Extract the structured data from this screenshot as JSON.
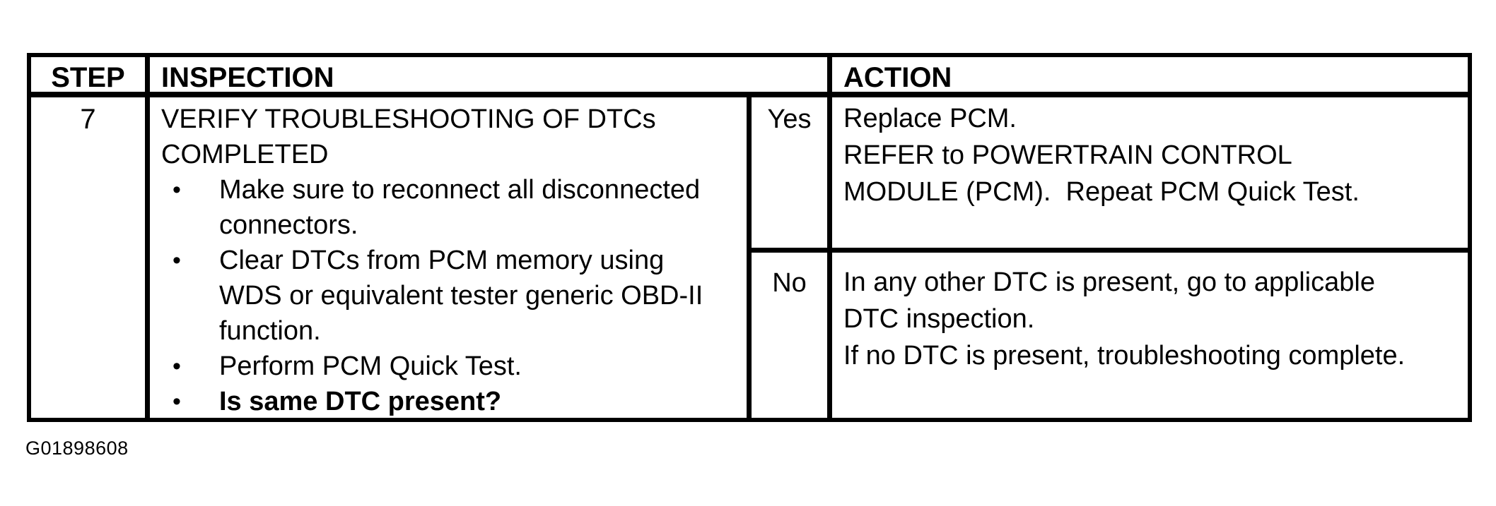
{
  "glyphs": {
    "bullet": "•"
  },
  "colors": {
    "ink": "#000000",
    "paper": "#ffffff"
  },
  "caption": "G01898608",
  "table": {
    "headers": {
      "step": "STEP",
      "inspection": "INSPECTION",
      "action": "ACTION"
    },
    "row": {
      "step": "7",
      "inspection": {
        "title_lines": [
          "VERIFY TROUBLESHOOTING OF DTCs",
          "COMPLETED"
        ],
        "bullets": [
          {
            "lines": [
              "Make sure to reconnect all disconnected",
              "connectors."
            ],
            "bold": false
          },
          {
            "lines": [
              "Clear DTCs from PCM memory using",
              "WDS or equivalent tester generic OBD-II",
              "function."
            ],
            "bold": false
          },
          {
            "lines": [
              "Perform PCM Quick Test."
            ],
            "bold": false
          },
          {
            "lines": [
              "Is same DTC present?"
            ],
            "bold": true
          }
        ]
      },
      "branches": [
        {
          "answer": "Yes",
          "action_lines": [
            "Replace PCM.",
            "REFER to POWERTRAIN CONTROL",
            "MODULE (PCM).  Repeat PCM Quick Test."
          ]
        },
        {
          "answer": "No",
          "action_lines": [
            "In any other DTC is present, go to applicable",
            "DTC inspection.",
            "If no DTC is present, troubleshooting complete."
          ]
        }
      ]
    }
  }
}
